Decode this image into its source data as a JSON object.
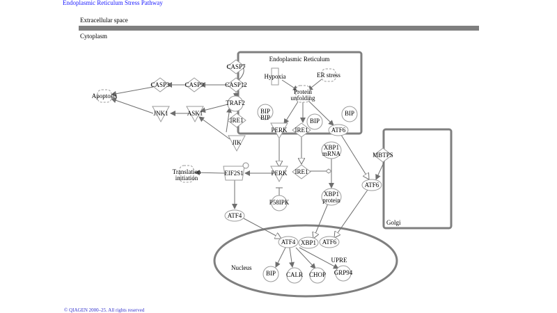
{
  "title": "Endoplasmic Reticulum Stress Pathway",
  "copyright": "© QIAGEN 2000–25. All rights reserved",
  "compartments": {
    "extracellular": "Extracellular space",
    "cytoplasm": "Cytoplasm",
    "er": "Endoplasmic Reticulum",
    "golgi": "Golgi",
    "nucleus": "Nucleus"
  },
  "nodes": {
    "casp7": "CASP7",
    "casp12": "CASP12",
    "traf2": "TRAF2",
    "ire1_top": "IRE1",
    "jik": "JIK",
    "ask1": "ASK1",
    "jnk1": "JNK1",
    "casp9": "CASP9",
    "casp3": "CASP3",
    "apoptosis": "Apoptosis",
    "hypoxia": "Hypoxia",
    "er_stress": "ER stress",
    "protein_unfolding_1": "Protein",
    "protein_unfolding_2": "unfolding",
    "bip_1": "BIP",
    "bip_2": "BIP",
    "bip_3": "BIP",
    "perk_er": "PERK",
    "ire1_er": "IRE1",
    "atf6_er": "ATF6",
    "xbp1_mrna_1": "XBP1",
    "xbp1_mrna_2": "mRNA",
    "perk": "PERK",
    "ire1": "IRE1",
    "xbp1_protein_1": "XBP1",
    "xbp1_protein_2": "protein",
    "mbtps": "MBTPS",
    "atf6_golgi": "ATF6",
    "eif2s1": "EIF2S1",
    "translation_1": "Translation",
    "translation_2": "initiation",
    "p58ipk": "P58IPK",
    "atf4": "ATF4",
    "atf4_nuc": "ATF4",
    "xbp1_nuc": "XBP1",
    "atf6_nuc": "ATF6",
    "upre": "UPRE",
    "bip_nuc": "BIP",
    "calr": "CALR",
    "chop": "CHOP",
    "grp94": "GRP94"
  },
  "colors": {
    "edge": "#6e6e6e",
    "compartment": "#7f7f7f",
    "link": "#1a1aff"
  }
}
